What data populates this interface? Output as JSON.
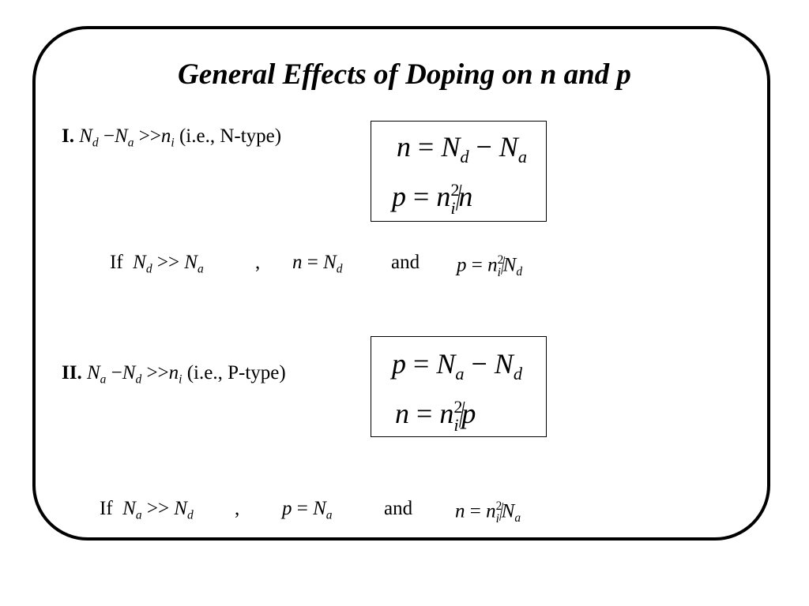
{
  "title": "General Effects of Doping on n and p",
  "section1": {
    "numeral": "I.",
    "condition": {
      "a": "N",
      "a_sub": "d",
      "op1": "−",
      "b": "N",
      "b_sub": "a",
      "op2": ">>",
      "c": "n",
      "c_sub": "i"
    },
    "note": "(i.e., N-type)",
    "box": {
      "eq1": {
        "lhs": "n",
        "eq": "=",
        "a": "N",
        "a_sub": "d",
        "op": "−",
        "b": "N",
        "b_sub": "a"
      },
      "eq2": {
        "lhs": "p",
        "eq": "=",
        "a": "n",
        "a_sup": "2",
        "a_sub": "i",
        "slash": "/",
        "den": "n"
      }
    },
    "if_line": {
      "if": "If",
      "cond": {
        "a": "N",
        "a_sub": "d",
        "op": ">>",
        "b": "N",
        "b_sub": "a"
      },
      "comma": ",",
      "res1": {
        "lhs": "n",
        "eq": "=",
        "a": "N",
        "a_sub": "d"
      },
      "and": "and",
      "res2": {
        "lhs": "p",
        "eq": "=",
        "a": "n",
        "a_sup": "2",
        "a_sub": "i",
        "slash": "/",
        "den": "N",
        "den_sub": "d"
      }
    }
  },
  "section2": {
    "numeral": "II.",
    "condition": {
      "a": "N",
      "a_sub": "a",
      "op1": "−",
      "b": "N",
      "b_sub": "d",
      "op2": ">>",
      "c": "n",
      "c_sub": "i"
    },
    "note": "(i.e., P-type)",
    "box": {
      "eq1": {
        "lhs": "p",
        "eq": "=",
        "a": "N",
        "a_sub": "a",
        "op": "−",
        "b": "N",
        "b_sub": "d"
      },
      "eq2": {
        "lhs": "n",
        "eq": "=",
        "a": "n",
        "a_sup": "2",
        "a_sub": "i",
        "slash": "/",
        "den": "p"
      }
    },
    "if_line": {
      "if": "If",
      "cond": {
        "a": "N",
        "a_sub": "a",
        "op": ">>",
        "b": "N",
        "b_sub": "d"
      },
      "comma": ",",
      "res1": {
        "lhs": "p",
        "eq": "=",
        "a": "N",
        "a_sub": "a"
      },
      "and": "and",
      "res2": {
        "lhs": "n",
        "eq": "=",
        "a": "n",
        "a_sup": "2",
        "a_sub": "i",
        "slash": "/",
        "den": "N",
        "den_sub": "a"
      }
    }
  }
}
